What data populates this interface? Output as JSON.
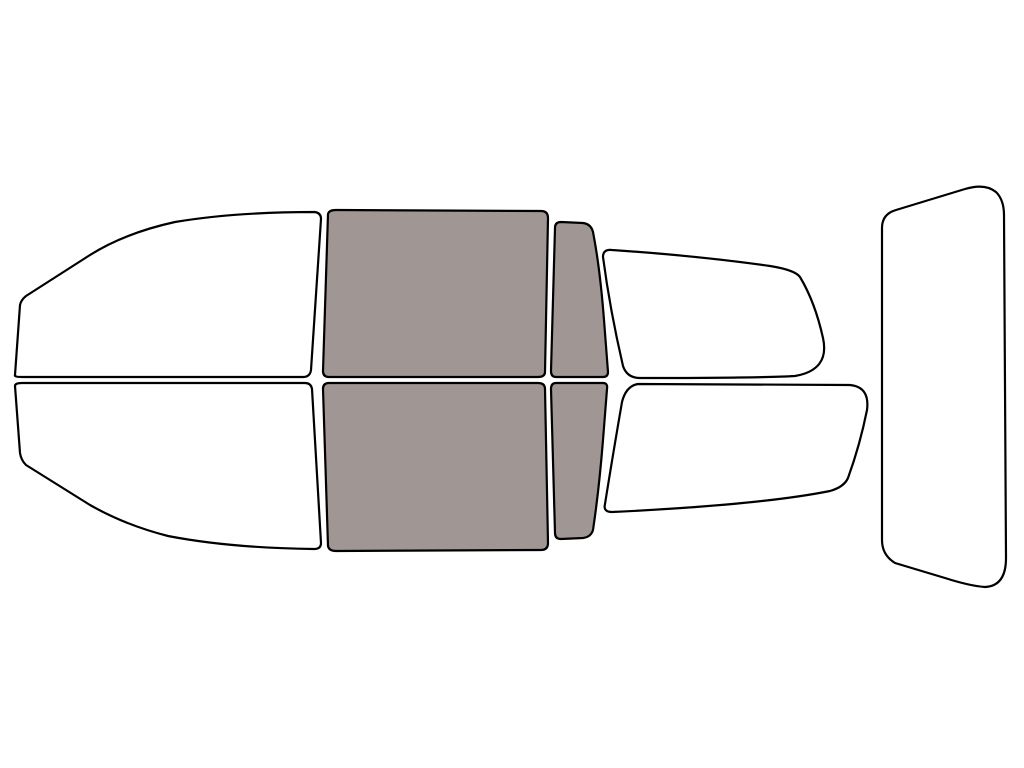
{
  "diagram": {
    "colors": {
      "background": "#ffffff",
      "outline": "#000000",
      "unshaded": "#ffffff",
      "shaded": "#a09795"
    },
    "panels": [
      {
        "name": "front-windshield-panel",
        "shaded": false
      },
      {
        "name": "driver-front-window-panel",
        "shaded": true
      },
      {
        "name": "driver-rear-window-panel",
        "shaded": true
      },
      {
        "name": "driver-quarter-window-panel",
        "shaded": false
      },
      {
        "name": "passenger-front-window-panel",
        "shaded": true
      },
      {
        "name": "passenger-rear-window-panel",
        "shaded": true
      },
      {
        "name": "passenger-quarter-window-panel",
        "shaded": false
      },
      {
        "name": "front-upper-glass-panel",
        "shaded": false
      },
      {
        "name": "front-lower-glass-panel",
        "shaded": false
      },
      {
        "name": "rear-windshield-panel",
        "shaded": false
      }
    ]
  }
}
